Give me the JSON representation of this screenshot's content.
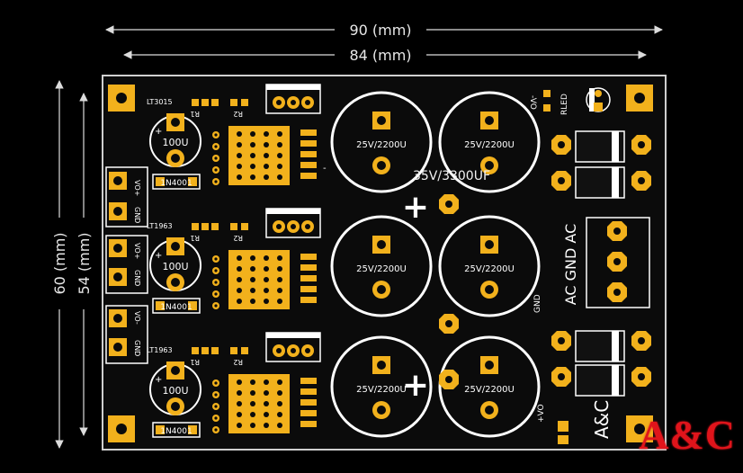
{
  "dimensions": {
    "width_90": "90 (mm)",
    "width_84": "84 (mm)",
    "height_60": "60 (mm)",
    "height_54": "54 (mm)"
  },
  "board": {
    "plus_v_label": "+VO",
    "minus_v_label": "-VO",
    "rled_label": "RLED",
    "gnd_label": "GND",
    "ac_label": "AC GND AC",
    "brand_label": "A&C",
    "big_cap_label": "35V/3300UF",
    "big_plus": "+",
    "small_plus": "+",
    "minus": "-",
    "vo_pos": "VO+",
    "vo_neg": "VO-",
    "gnd_pin": "GND",
    "regulators": [
      {
        "chip": "LT3015",
        "cap": "100U",
        "diode": "1N4001",
        "r1": "R1",
        "r2": "R2"
      },
      {
        "chip": "LT1963",
        "cap": "100U",
        "diode": "1N4001",
        "r1": "R1",
        "r2": "R2"
      },
      {
        "chip": "LT1963",
        "cap": "100U",
        "diode": "1N4001",
        "r1": "R1",
        "r2": "R2"
      }
    ],
    "filter_caps": [
      {
        "label": "25V/2200U"
      },
      {
        "label": "25V/2200U"
      },
      {
        "label": "25V/2200U"
      },
      {
        "label": "25V/2200U"
      },
      {
        "label": "25V/2200U"
      },
      {
        "label": "25V/2200U"
      }
    ]
  },
  "watermark": "A&C",
  "colors": {
    "pcb": "#0b0b0b",
    "copper": "#f2b11c",
    "silk": "#ffffff",
    "watermark": "#e0141b"
  }
}
